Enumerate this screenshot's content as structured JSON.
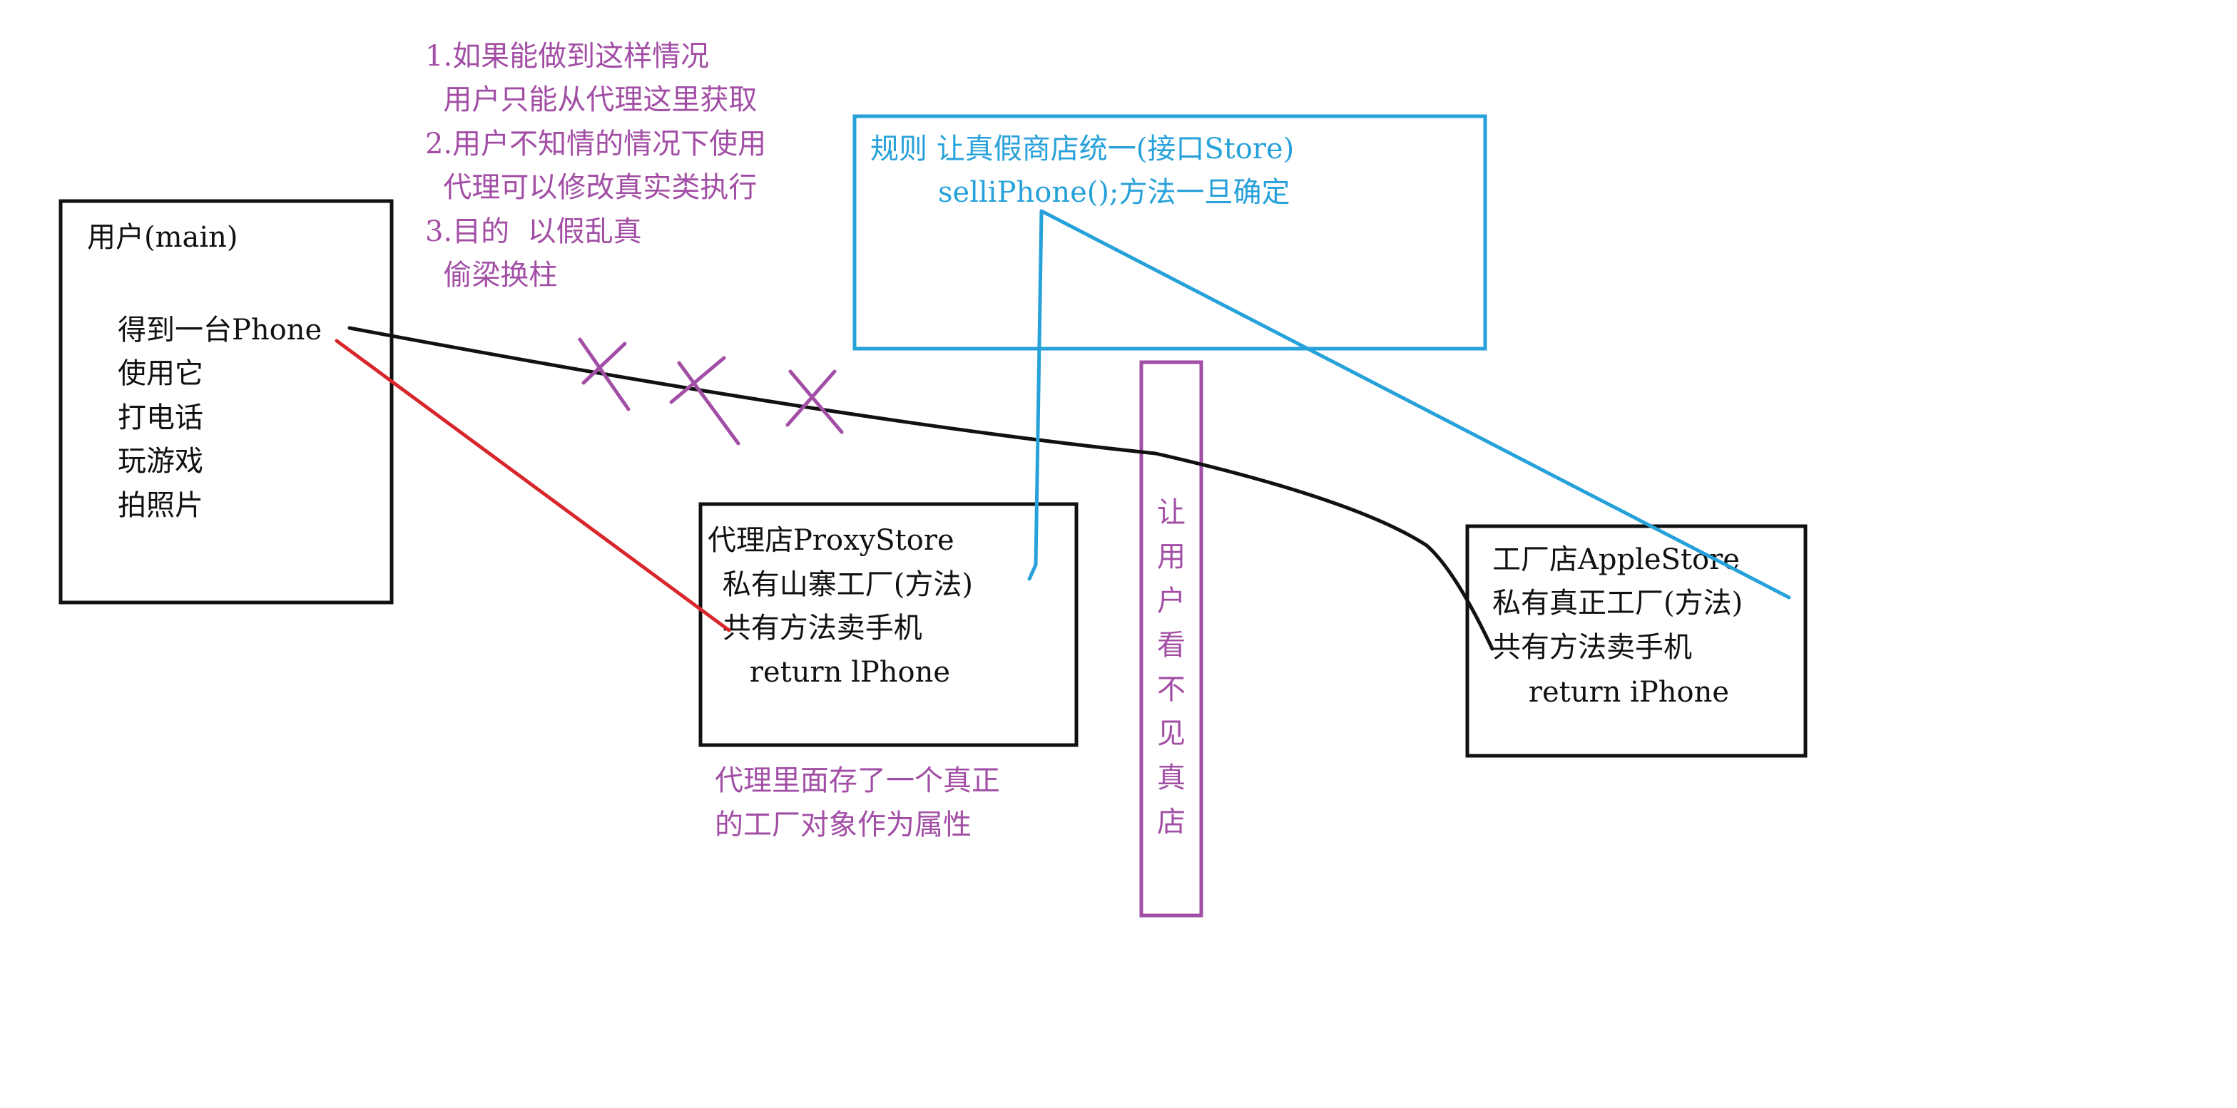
{
  "colors": {
    "black": "#111111",
    "red": "#d9262a",
    "blue": "#27a1d9",
    "purple": "#a24ea5"
  },
  "notes": {
    "lines": [
      "1.如果能做到这样情况",
      "  用户只能从代理这里获取",
      "2.用户不知情的情况下使用",
      "  代理可以修改真实类执行",
      "3.目的  以假乱真",
      "  偷梁换柱"
    ]
  },
  "user_box": {
    "title": "用户(main)",
    "lines": [
      "得到一台Phone",
      "使用它",
      "打电话",
      "玩游戏",
      "拍照片"
    ]
  },
  "rule_box": {
    "line1": "规则 让真假商店统一(接口Store)",
    "line2": "selliPhone();方法一旦确定"
  },
  "proxy_box": {
    "lines": [
      "代理店ProxyStore",
      " 私有山寨工厂(方法)",
      " 共有方法卖手机",
      "    return lPhone"
    ]
  },
  "proxy_note": {
    "lines": [
      "代理里面存了一个真正",
      "的工厂对象作为属性"
    ]
  },
  "hidden_label": {
    "chars": [
      "让",
      "用",
      "户",
      "看",
      "不",
      "见",
      "真",
      "店"
    ]
  },
  "apple_box": {
    "lines": [
      "工厂店AppleStore",
      "私有真正工厂(方法)",
      "共有方法卖手机",
      "    return iPhone"
    ]
  }
}
